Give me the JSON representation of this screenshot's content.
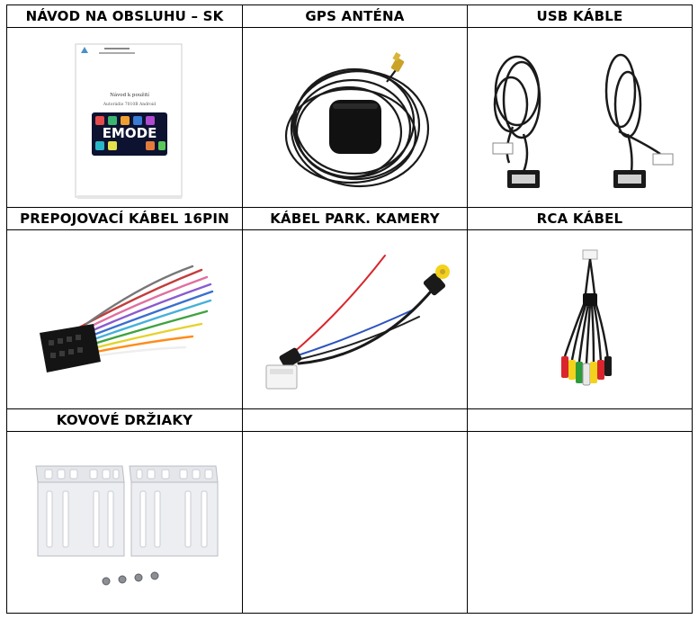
{
  "items": [
    {
      "label": "NÁVOD NA OBSLUHU – SK",
      "icon": "manual-booklet-icon"
    },
    {
      "label": "GPS ANTÉNA",
      "icon": "gps-antenna-icon"
    },
    {
      "label": "USB KÁBLE",
      "icon": "usb-cables-icon"
    },
    {
      "label": "PREPOJOVACÍ KÁBEL 16PIN",
      "icon": "wiring-harness-icon"
    },
    {
      "label": "KÁBEL PARK. KAMERY",
      "icon": "camera-cable-icon"
    },
    {
      "label": "RCA KÁBEL",
      "icon": "rca-cable-icon"
    },
    {
      "label": "KOVOVÉ DRŽIAKY",
      "icon": "metal-brackets-icon"
    },
    {
      "label": "",
      "icon": ""
    },
    {
      "label": "",
      "icon": ""
    }
  ],
  "manual": {
    "title": "Návod k použití",
    "subtitle": "Autorádio 7010B Android",
    "screen_logo": "EMODE"
  },
  "colors": {
    "border": "#000000",
    "cable": "#1a1a1a",
    "rca_red": "#d8262c",
    "rca_yellow": "#f2d21b",
    "rca_green": "#2e9b3b",
    "rca_white": "#e8e8e8"
  }
}
